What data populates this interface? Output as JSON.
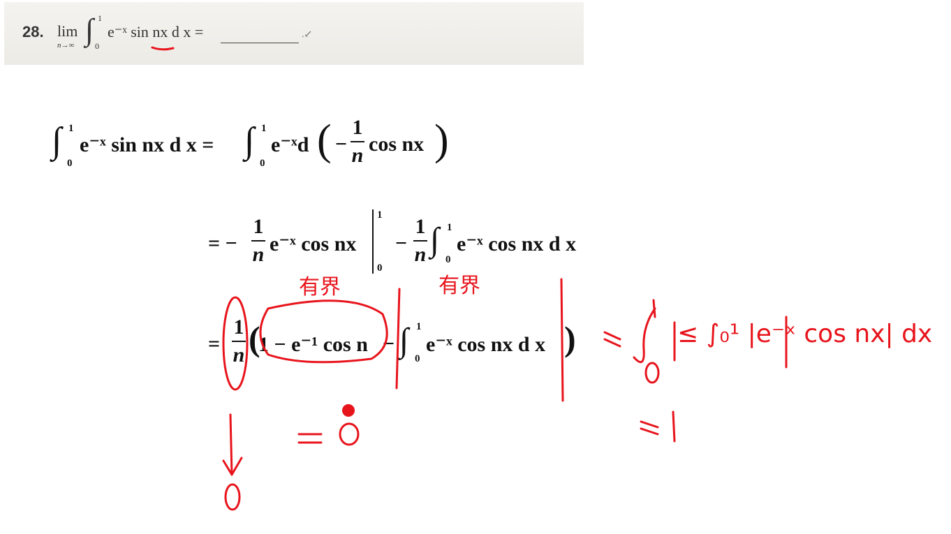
{
  "problem": {
    "number": "28.",
    "lim": "lim",
    "lim_sub": "n→∞",
    "upper": "1",
    "lower": "0",
    "integrand": "e⁻ˣ sin nx d x =",
    "end_mark": ".↙"
  },
  "solution": {
    "line1_lhs": "e⁻ˣ sin nx d x =",
    "line1_rhs": "e⁻ˣd",
    "line1_frac_num": "1",
    "line1_frac_den": "n",
    "line1_tail": "cos nx",
    "limit_upper": "1",
    "limit_lower": "0",
    "line2_a": "e⁻ˣ cos nx",
    "line2_b": "e⁻ˣ cos nx d x",
    "line3_a": "1 − e⁻¹ cos n",
    "line3_b": "e⁻ˣ cos nx d x"
  },
  "annotations": {
    "bounded_1": "有界",
    "bounded_2": "有界",
    "ineq_right": "≤ ∫₀¹ |e⁻ˣ cos nx| dx",
    "le_one": "≤ 1",
    "eq_zero": "= 0",
    "zero_below": "0"
  },
  "colors": {
    "ink": "#e8141c",
    "text": "#111111",
    "banner": "#efeee9"
  }
}
